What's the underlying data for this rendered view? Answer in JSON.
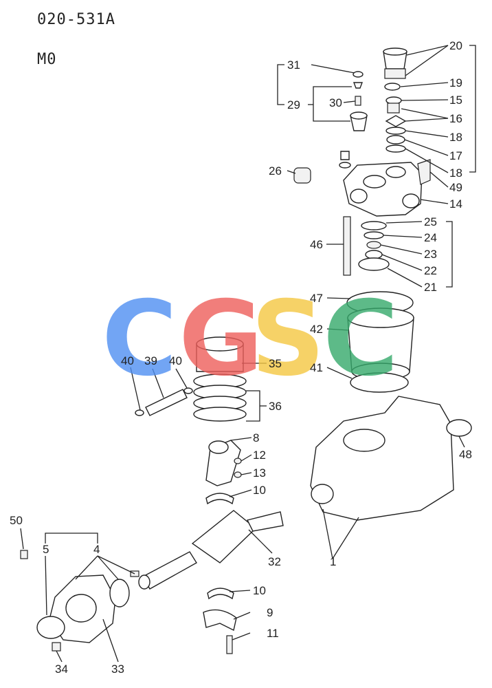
{
  "header": {
    "code": "020-531A",
    "model": "M0"
  },
  "watermark": {
    "letters": [
      {
        "ch": "C",
        "color": "#4f8ff2"
      },
      {
        "ch": "G",
        "color": "#ee5f5b"
      },
      {
        "ch": "S",
        "color": "#f5c842"
      },
      {
        "ch": "C",
        "color": "#35a96b"
      }
    ]
  },
  "callouts": [
    "20",
    "19",
    "15",
    "16",
    "18",
    "17",
    "18",
    "49",
    "14",
    "31",
    "29",
    "30",
    "26",
    "25",
    "24",
    "23",
    "22",
    "21",
    "46",
    "47",
    "42",
    "41",
    "35",
    "36",
    "40",
    "39",
    "40",
    "8",
    "12",
    "13",
    "10",
    "48",
    "1",
    "50",
    "5",
    "4",
    "32",
    "10",
    "9",
    "11",
    "34",
    "33"
  ]
}
